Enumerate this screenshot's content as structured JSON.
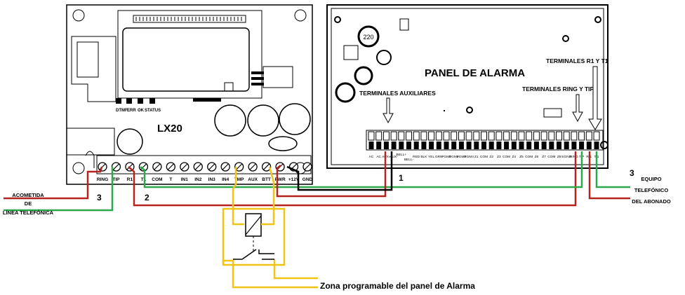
{
  "lx20": {
    "title": "LX20",
    "indicators": [
      "DTMF",
      "ERR",
      "OK",
      "STATUS"
    ],
    "terminals": [
      "RING",
      "TIP",
      "R1",
      "T1",
      "COM",
      "T",
      "IN1",
      "IN2",
      "IN3",
      "IN4",
      "TMP",
      "AUX",
      "BTT",
      "PWR",
      "+12V",
      "GND"
    ]
  },
  "panel": {
    "title": "PANEL DE ALARMA",
    "chip_label": "220",
    "aux_terminals_label": "TERMINALES AUXILIARES",
    "ring_tip_label": "TERMINALES RING Y TIP",
    "r1_t1_label": "TERMINALES R1 Y T1",
    "terminals": [
      "AC",
      "AC",
      "AUX+",
      "AUX-",
      "BELL+",
      "BELL-",
      "RED",
      "BLK",
      "YEL",
      "GRN",
      "PGM1",
      "PGM2",
      "PGM3",
      "PGM4",
      "Z1",
      "COM",
      "Z2",
      "Z3",
      "COM",
      "Z4",
      "Z5",
      "COM",
      "Z6",
      "Z7",
      "COM",
      "Z8",
      "EGND",
      "RING",
      "TIP",
      "R-1",
      "T-1"
    ]
  },
  "labels": {
    "acometida": [
      "ACOMETIDA",
      "DE",
      "LÍNEA TELEFÓNICA"
    ],
    "equipo": [
      "EQUIPO",
      "TELEFÓNICO",
      "DEL ABONADO"
    ],
    "num1": "1",
    "num2": "2",
    "num3_left": "3",
    "num3_right": "3",
    "zona": "Zona programable del panel de Alarma"
  },
  "colors": {
    "red": "#b3241f",
    "green": "#2aa84a",
    "yellow": "#f2c417",
    "black": "#000000"
  }
}
